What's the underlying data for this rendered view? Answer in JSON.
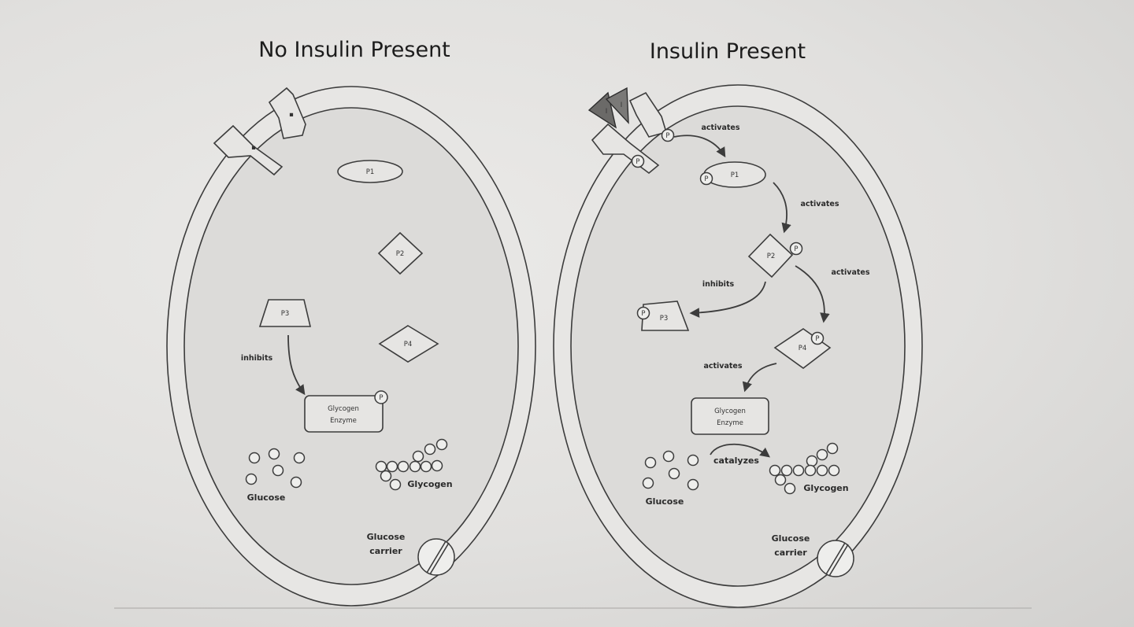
{
  "titles": {
    "left": "No Insulin Present",
    "right": "Insulin Present"
  },
  "left_cell": {
    "proteins": [
      "P1",
      "P2",
      "P3",
      "P4"
    ],
    "enzyme_line1": "Glycogen",
    "enzyme_line2": "Enzyme",
    "phospho_symbol": "P",
    "edge_inhibits": "inhibits",
    "glucose_label": "Glucose",
    "glycogen_label": "Glycogen",
    "carrier_line1": "Glucose",
    "carrier_line2": "carrier"
  },
  "right_cell": {
    "proteins": [
      "P1",
      "P2",
      "P3",
      "P4"
    ],
    "enzyme_line1": "Glycogen",
    "enzyme_line2": "Enzyme",
    "phospho_symbol": "P",
    "insulin_symbol": "I",
    "edge_activates_receptor_p1": "activates",
    "edge_activates_p1_p2": "activates",
    "edge_inhibits_p2_p3": "inhibits",
    "edge_activates_p2_p4": "activates",
    "edge_activates_p4_enzyme": "activates",
    "edge_catalyzes": "catalyzes",
    "glucose_label": "Glucose",
    "glycogen_label": "Glycogen",
    "carrier_line1": "Glucose",
    "carrier_line2": "carrier"
  }
}
